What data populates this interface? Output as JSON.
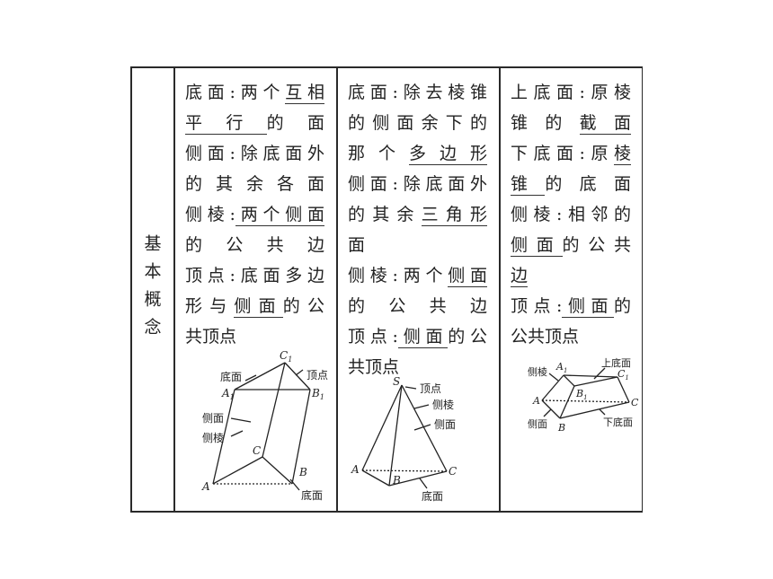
{
  "row_label": "基本概念",
  "col_prism": {
    "lines": [
      [
        {
          "t": "底面:两个"
        },
        {
          "t": "互相",
          "u": true
        }
      ],
      [
        {
          "t": "平行",
          "u": true
        },
        {
          "t": "的面"
        }
      ],
      [
        {
          "t": "侧面:除底面外"
        }
      ],
      [
        {
          "t": "的其余各面"
        }
      ],
      [
        {
          "t": "侧棱:"
        },
        {
          "t": "两个侧面",
          "u": true
        }
      ],
      [
        {
          "t": "的公共边"
        }
      ],
      [
        {
          "t": "顶点:底面多边"
        }
      ],
      [
        {
          "t": "形与"
        },
        {
          "t": "侧面",
          "u": true
        },
        {
          "t": "的公"
        }
      ],
      [
        {
          "t": "共顶点"
        }
      ]
    ],
    "figure_labels": {
      "base_top": "底面",
      "vertex": "顶点",
      "side_face": "侧面",
      "lateral_edge": "侧棱",
      "base_bottom": "底面",
      "A1": "A",
      "B1": "B",
      "C1": "C",
      "A": "A",
      "B": "B",
      "C": "C",
      "sub1": "1"
    }
  },
  "col_pyramid": {
    "lines": [
      [
        {
          "t": "底面:除去棱锥"
        }
      ],
      [
        {
          "t": "的侧面余下的"
        }
      ],
      [
        {
          "t": "那个"
        },
        {
          "t": "多边形",
          "u": true
        }
      ],
      [
        {
          "t": "侧面:除底面外"
        }
      ],
      [
        {
          "t": "的其余"
        },
        {
          "t": "三角形",
          "u": true
        }
      ],
      [
        {
          "t": "面"
        }
      ],
      [
        {
          "t": "侧棱:两个"
        },
        {
          "t": "侧面",
          "u": true
        }
      ],
      [
        {
          "t": "的公共边"
        }
      ],
      [
        {
          "t": "顶点:"
        },
        {
          "t": "侧面",
          "u": true
        },
        {
          "t": "的公"
        }
      ],
      [
        {
          "t": "共顶点"
        }
      ]
    ],
    "figure_labels": {
      "S": "S",
      "vertex": "顶点",
      "lateral_edge": "侧棱",
      "side_face": "侧面",
      "A": "A",
      "B": "B",
      "C": "C",
      "base": "底面"
    }
  },
  "col_frustum": {
    "lines": [
      [
        {
          "t": "上底面:原棱"
        }
      ],
      [
        {
          "t": "锥的"
        },
        {
          "t": "截面",
          "u": true
        }
      ],
      [
        {
          "t": "下底面:原"
        },
        {
          "t": "棱",
          "u": true
        }
      ],
      [
        {
          "t": "锥",
          "u": true
        },
        {
          "t": "的底面"
        }
      ],
      [
        {
          "t": "侧棱:相邻的"
        }
      ],
      [
        {
          "t": "侧面",
          "u": true
        },
        {
          "t": "的公共"
        }
      ],
      [
        {
          "t": "边",
          "u": true
        }
      ],
      [
        {
          "t": "顶点:"
        },
        {
          "t": "侧面",
          "u": true
        },
        {
          "t": "的"
        }
      ],
      [
        {
          "t": "公共顶点"
        }
      ]
    ],
    "figure_labels": {
      "lateral_edge": "侧棱",
      "upper_base": "上底面",
      "side_face": "侧面",
      "lower_base": "下底面",
      "A1": "A",
      "B1": "B",
      "C1": "C",
      "A": "A",
      "B": "B",
      "C": "C",
      "sub1": "1"
    }
  }
}
